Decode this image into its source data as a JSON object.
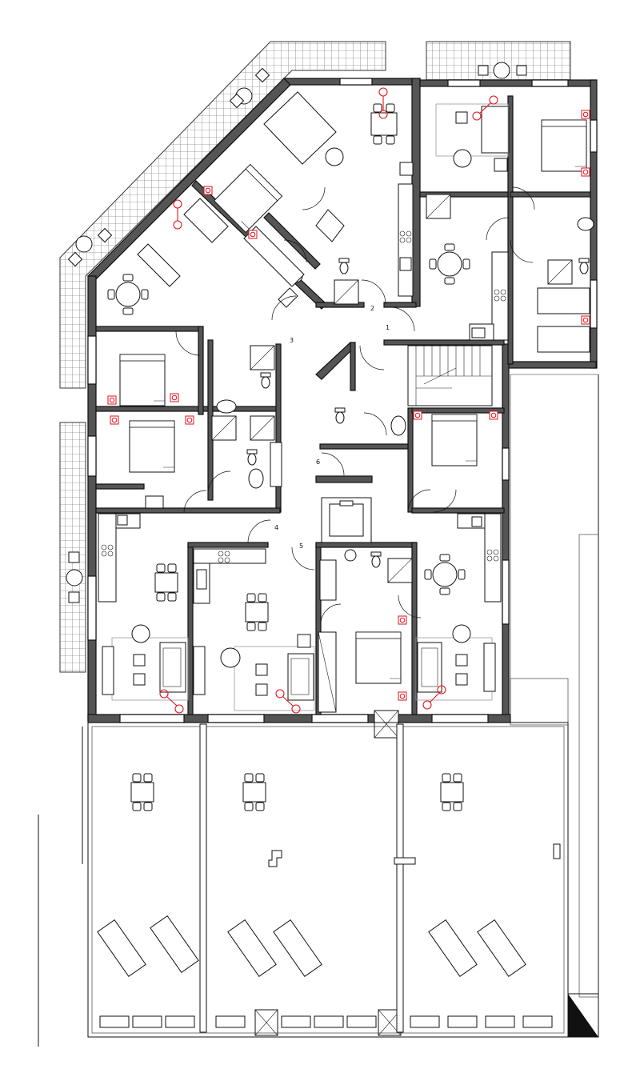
{
  "drawing": {
    "type": "architectural floor plan",
    "door_labels": [
      "1",
      "2",
      "3",
      "4",
      "5",
      "6"
    ]
  },
  "colors": {
    "wall": "#555555",
    "line": "#111111",
    "electrical_symbol": "#e0141e",
    "background": "#ffffff"
  },
  "icons": [
    "balcony-tile-pattern",
    "bed-icon",
    "sofa-icon",
    "dining-table-icon",
    "round-table-icon",
    "toilet-icon",
    "shower-icon",
    "sink-icon",
    "stove-icon",
    "lounger-icon",
    "elevator-icon",
    "stair-icon",
    "ventilation-shaft-icon",
    "socket-icon"
  ]
}
